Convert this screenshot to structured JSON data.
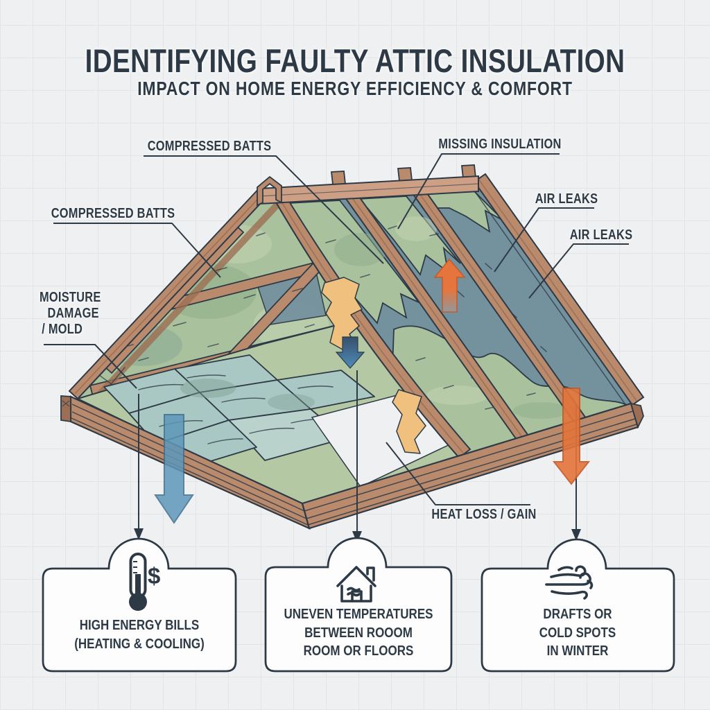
{
  "title": "IDENTIFYING FAULTY ATTIC INSULATION",
  "subtitle": "IMPACT ON HOME ENERGY EFFICIENCY & COMFORT",
  "labels": {
    "compressed_batts_top": "COMPRESSED BATTS",
    "compressed_batts_left": "COMPRESSED BATTS",
    "missing_insulation": "MISSING INSULATION",
    "air_leaks_1": "AIR LEAKS",
    "air_leaks_2": "AIR LEAKS",
    "moisture_damage": {
      "lines": [
        "MOISTURE",
        "DAMAGE",
        "/ MOLD"
      ]
    },
    "heat_loss_gain": "HEAT LOSS / GAIN"
  },
  "callouts": [
    {
      "icon": "thermometer-dollar-icon",
      "lines": [
        "HIGH ENERGY BILLS",
        "(HEATING & COOLING)"
      ]
    },
    {
      "icon": "house-temperature-icon",
      "lines": [
        "UNEVEN TEMPERATURES",
        "BETWEEN ROOOM",
        "ROOM OR FLOORS"
      ]
    },
    {
      "icon": "wind-icon",
      "lines": [
        "DRAFTS OR",
        "COLD SPOTS",
        "IN WINTER"
      ]
    }
  ],
  "icons": {
    "dollar_glyph": "$"
  },
  "colors": {
    "ink": "#2d3a46",
    "bg": "#eff0f1",
    "grid": "#e2e4e6",
    "wood": "#ba8a6d",
    "wood-light": "#cda085",
    "wood-dark": "#9c6e53",
    "insulation": "#a9c19c",
    "insulation-dark": "#8fae89",
    "insulation-light": "#c6d6b4",
    "missing": "#74919e",
    "floor": "#b4c8a3",
    "batts": "#a9c7c3",
    "batts-light": "#bad2cc",
    "mold": "#7fa093",
    "yellow": "#f0c07e",
    "heat": "#e4743b",
    "heat-dark": "#c45a28",
    "cold": "#5e98ba",
    "cold-dark": "#3f6f8f",
    "box-bg": "#fdfdfe"
  }
}
